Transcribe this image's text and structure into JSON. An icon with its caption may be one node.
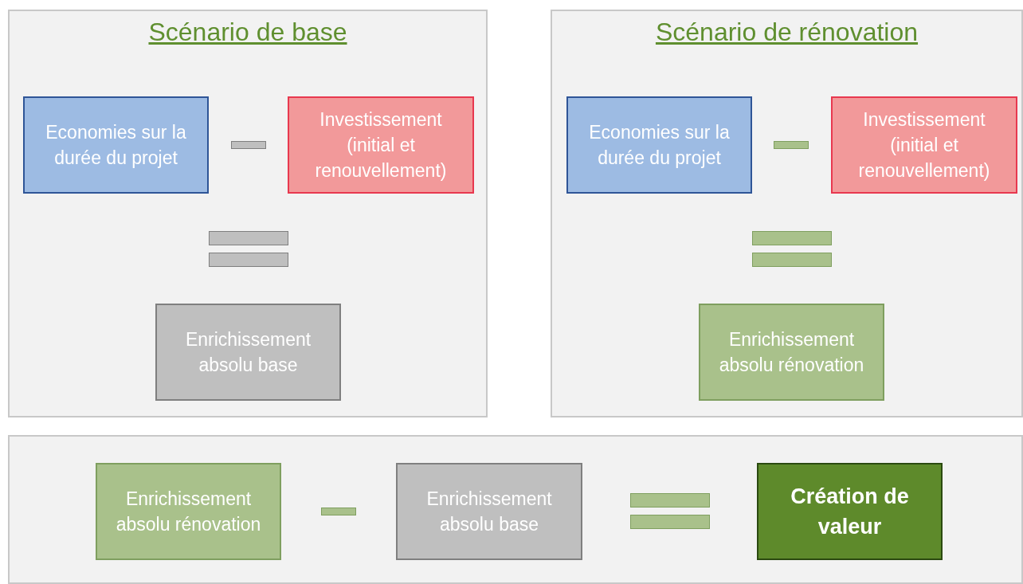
{
  "diagram": {
    "nodes": [
      {
        "text": [
          "Scénario de base"
        ]
      },
      {
        "text": [
          "Economies sur la durée du projet"
        ],
        "in": 0
      },
      {
        "text": [
          "Investissement (initial et renouvellement)"
        ],
        "in": 0
      },
      {
        "text": [
          "Enrichissement absolu base"
        ],
        "in": 0
      },
      {
        "text": [
          "Scénario de rénovation"
        ]
      },
      {
        "text": [
          "Economies sur la durée du projet"
        ],
        "in": 4
      },
      {
        "text": [
          "Investissement (initial et renouvellement)"
        ],
        "in": 4
      },
      {
        "text": [
          "Enrichissement absolu rénovation"
        ],
        "in": 4
      },
      {
        "text": [],
        "shape": "box"
      },
      {
        "text": [
          "Enrichissement absolu rénovation"
        ],
        "in": 8
      },
      {
        "text": [
          "Enrichissement absolu base"
        ],
        "in": 8
      },
      {
        "text": [
          "Création de valeur"
        ],
        "in": 8
      }
    ]
  }
}
